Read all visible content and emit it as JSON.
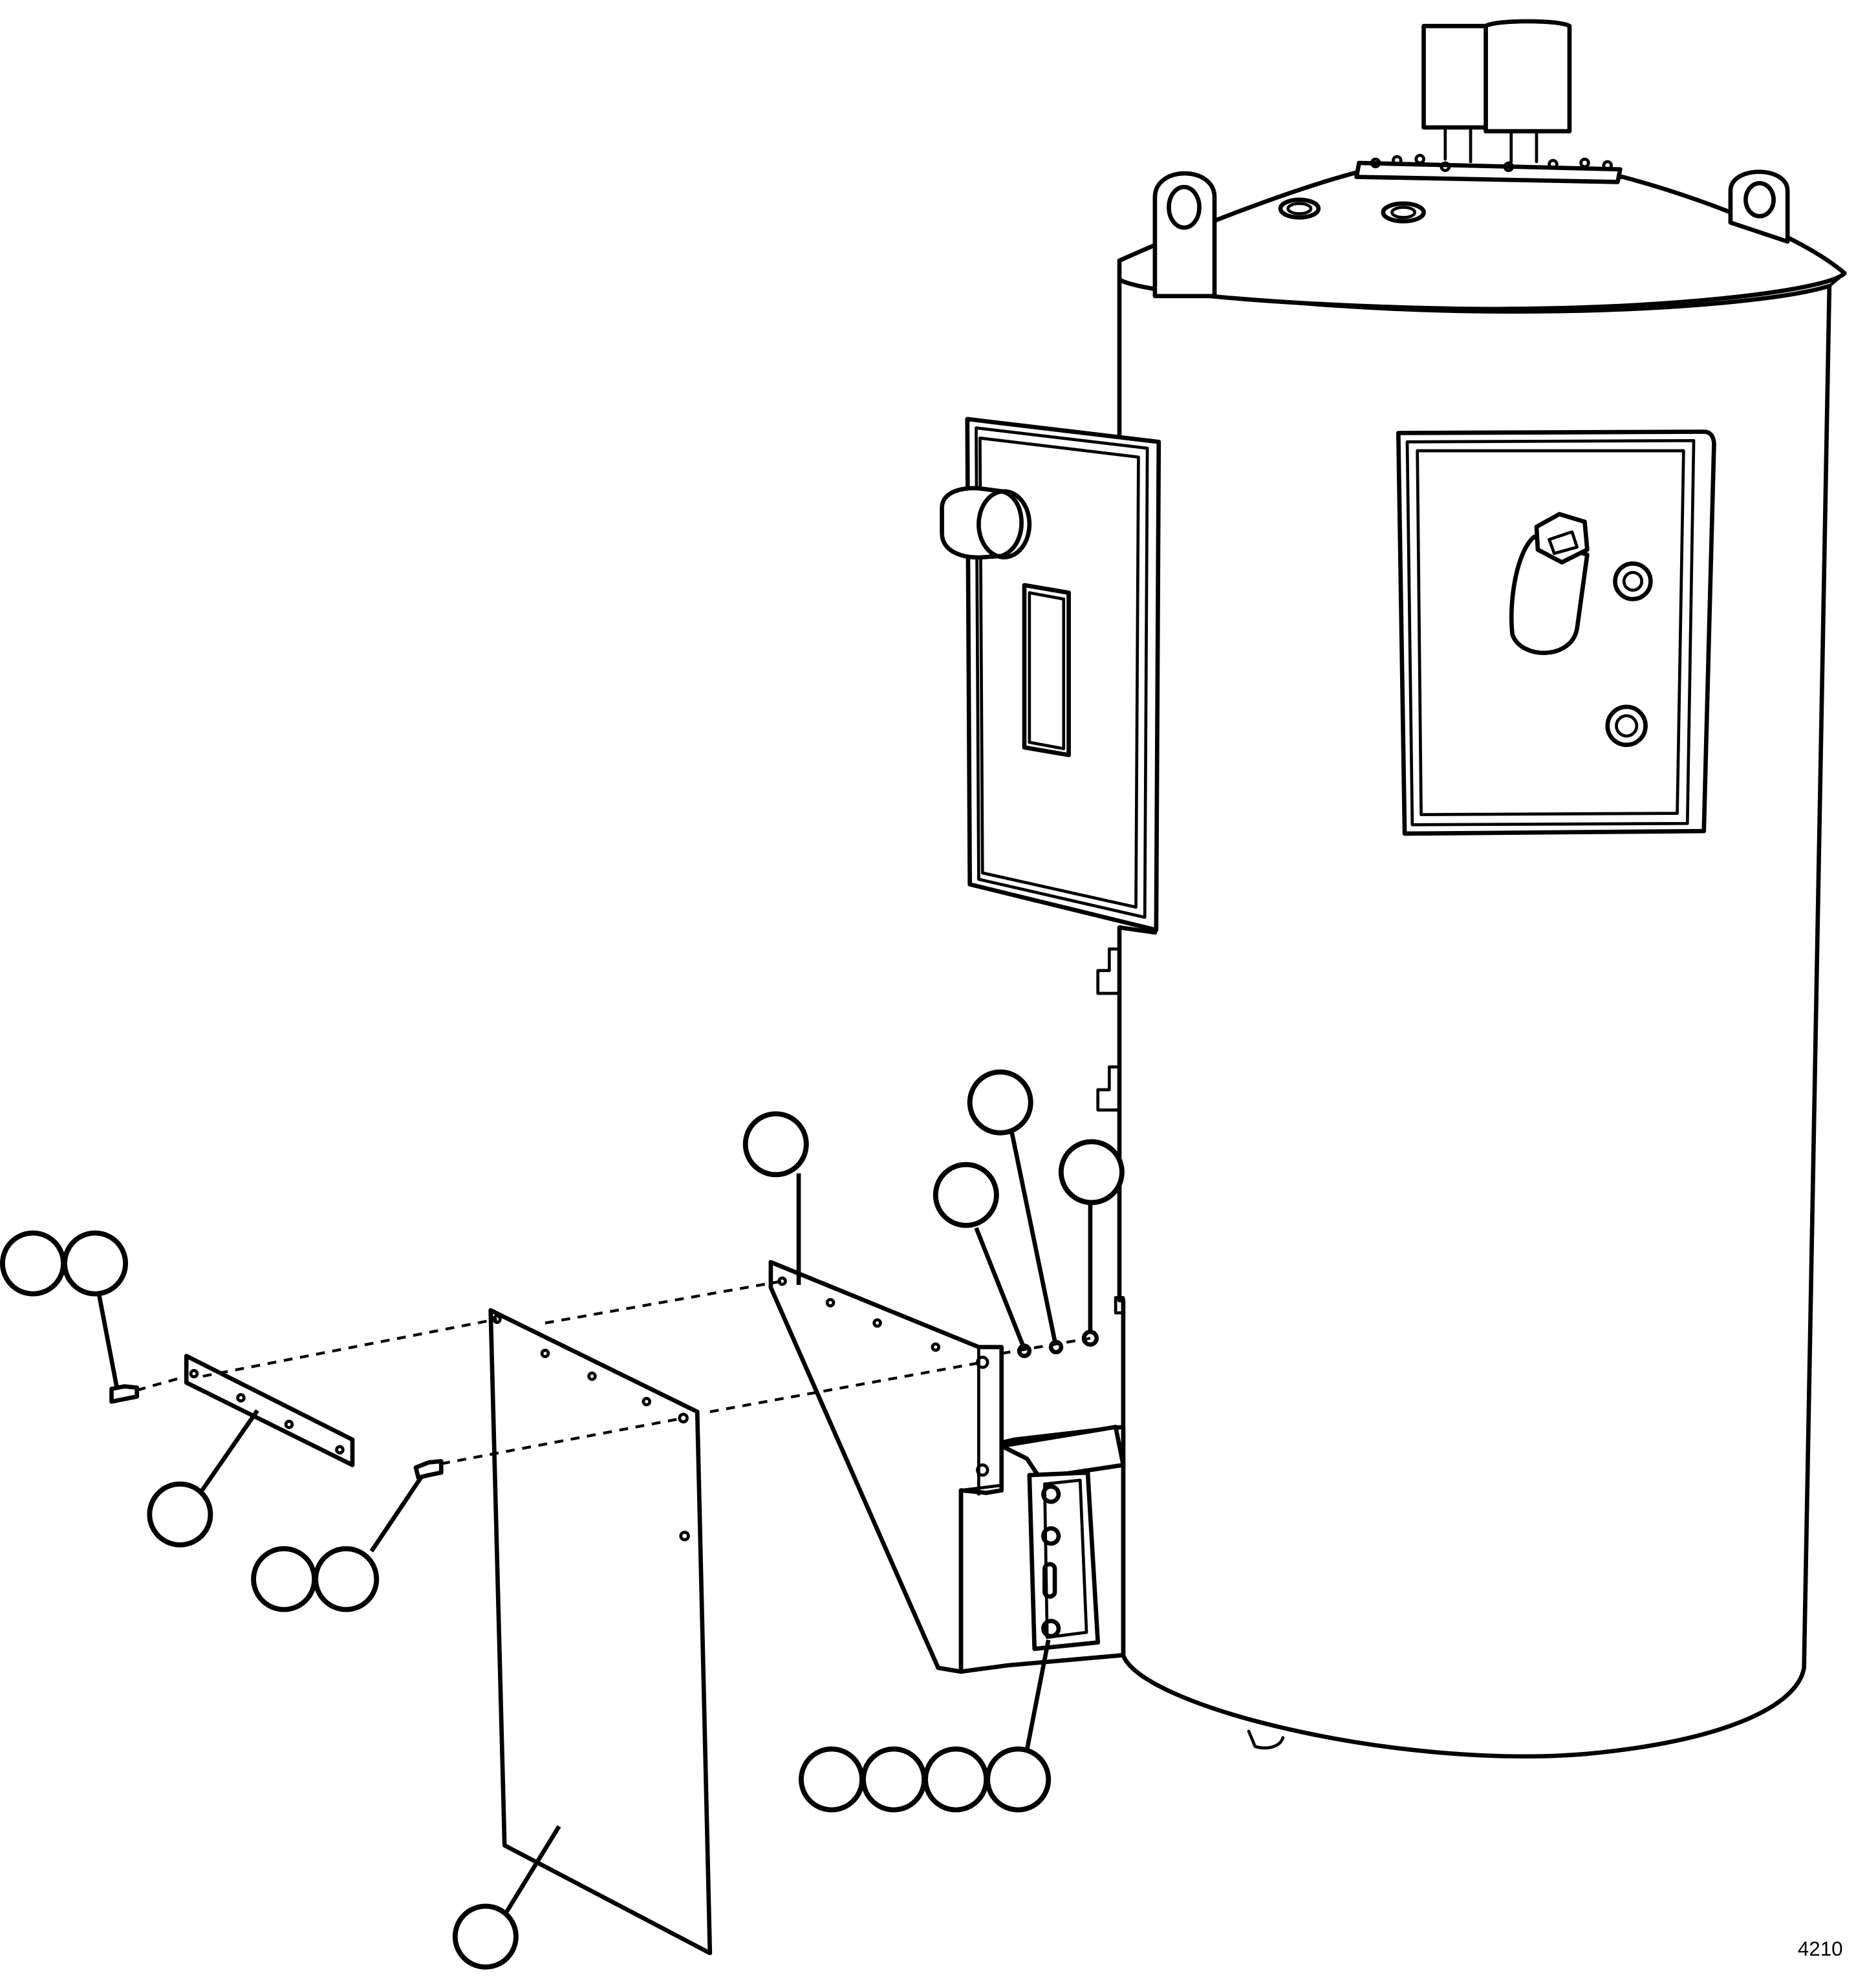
{
  "drawing_code": "4210",
  "callouts": [
    {
      "id": "c1",
      "text": ""
    },
    {
      "id": "c2",
      "text": ""
    },
    {
      "id": "c3",
      "text": ""
    },
    {
      "id": "c4",
      "text": ""
    },
    {
      "id": "c5",
      "text": ""
    },
    {
      "id": "c6",
      "text": ""
    },
    {
      "id": "c7",
      "text": ""
    },
    {
      "id": "c8",
      "text": ""
    },
    {
      "id": "c9",
      "text": ""
    },
    {
      "id": "c10",
      "text": ""
    },
    {
      "id": "c11",
      "text": ""
    },
    {
      "id": "c12",
      "text": ""
    },
    {
      "id": "c13",
      "text": ""
    },
    {
      "id": "c14",
      "text": ""
    }
  ]
}
